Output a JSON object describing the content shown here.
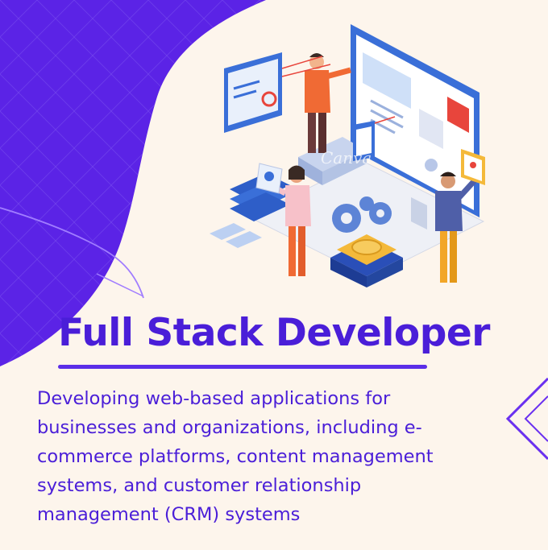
{
  "headline": "Full Stack Developer",
  "description_lines": [
    "Developing web-based applications for",
    "businesses and organizations, including e-",
    "commerce platforms, content management",
    "systems, and customer relationship",
    "management (CRM) systems"
  ],
  "watermark": "Canva",
  "colors": {
    "background": "#fdf5ec",
    "accent_purple": "#5b23e6",
    "text_purple": "#4a1ed8"
  },
  "icons": [
    "developer-team-illustration-icon",
    "gear-icon",
    "monitor-icon",
    "coin-icon"
  ]
}
